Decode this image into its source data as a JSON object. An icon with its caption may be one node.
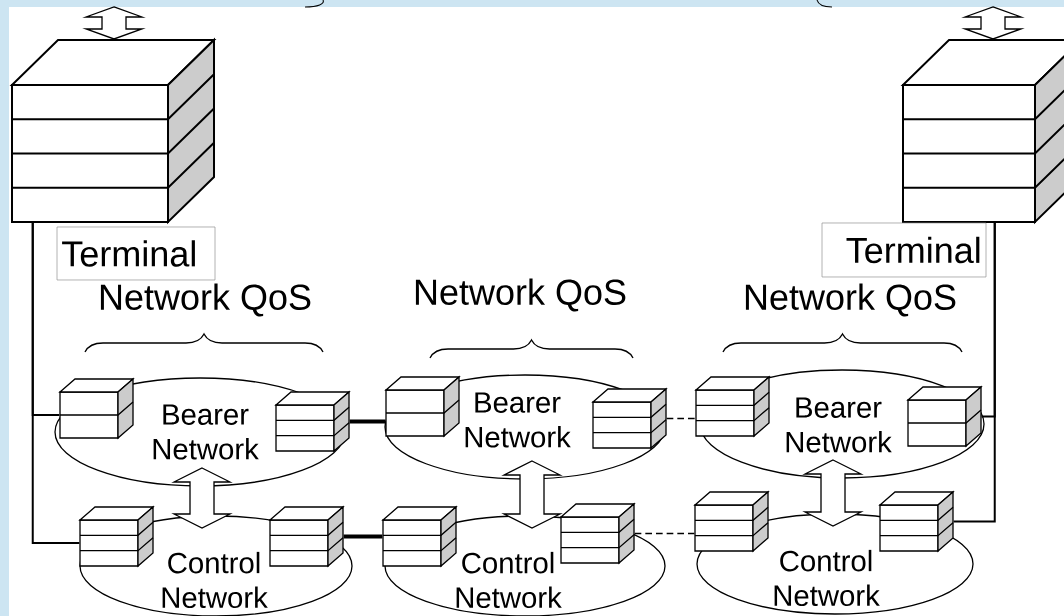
{
  "diagram": {
    "nodes": [
      {
        "text": [
          "Terminal"
        ]
      },
      {
        "text": [
          "Bearer Network"
        ]
      },
      {
        "text": [],
        "shape": "box",
        "in": 1
      },
      {
        "text": [],
        "shape": "box",
        "in": 1
      },
      {
        "text": [
          "Control Network"
        ]
      },
      {
        "text": [],
        "shape": "box",
        "in": 4
      },
      {
        "text": [],
        "shape": "box",
        "in": 4
      },
      {
        "text": [
          "Bearer Network"
        ]
      },
      {
        "text": [],
        "shape": "box",
        "in": 7
      },
      {
        "text": [],
        "shape": "box",
        "in": 7
      },
      {
        "text": [
          "Control Network"
        ]
      },
      {
        "text": [],
        "shape": "box",
        "in": 10
      },
      {
        "text": [],
        "shape": "box",
        "in": 10
      },
      {
        "text": [
          "Bearer Network"
        ]
      },
      {
        "text": [],
        "shape": "box",
        "in": 13
      },
      {
        "text": [],
        "shape": "box",
        "in": 13
      },
      {
        "text": [
          "Control Network"
        ]
      },
      {
        "text": [],
        "shape": "box",
        "in": 16
      },
      {
        "text": [],
        "shape": "box",
        "in": 16
      },
      {
        "text": [
          "Terminal"
        ]
      }
    ],
    "edges": [
      {
        "from": null,
        "to": 0,
        "arrow": "both"
      },
      {
        "from": null,
        "to": 19,
        "arrow": "both"
      },
      {
        "from": 0,
        "to": 2,
        "arrow": "none"
      },
      {
        "from": 0,
        "to": 5,
        "arrow": "none"
      },
      {
        "from": 3,
        "to": 8,
        "arrow": "none",
        "style": "thick"
      },
      {
        "from": 9,
        "to": 14,
        "arrow": "none",
        "style": "dashed"
      },
      {
        "from": 6,
        "to": 11,
        "arrow": "none",
        "style": "thick"
      },
      {
        "from": 12,
        "to": 17,
        "arrow": "none",
        "style": "dashed"
      },
      {
        "from": 15,
        "to": 19,
        "arrow": "none"
      },
      {
        "from": 18,
        "to": 19,
        "arrow": "none"
      },
      {
        "from": 1,
        "to": 4,
        "arrow": "both"
      },
      {
        "from": 7,
        "to": 10,
        "arrow": "both"
      },
      {
        "from": 13,
        "to": 16,
        "arrow": "both"
      }
    ],
    "labels": [
      "Network QoS",
      "Network QoS",
      "Network QoS"
    ]
  }
}
